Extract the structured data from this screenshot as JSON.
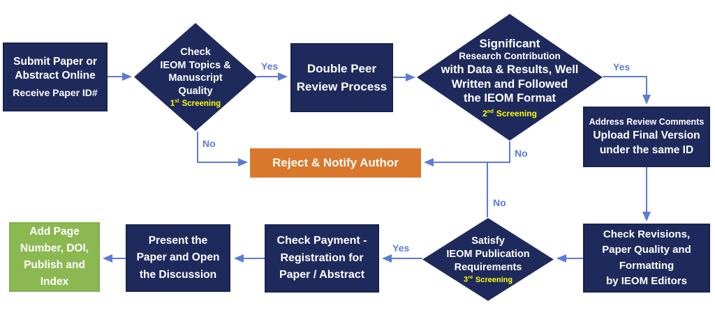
{
  "labels": {
    "yes": "Yes",
    "no": "No"
  },
  "colors": {
    "navy": "#1f2a5c",
    "orange": "#d9782d",
    "green": "#8cb852",
    "connector_blue": "#5b7bd5",
    "screening_yellow": "#ffff00"
  },
  "nodes": {
    "submit": {
      "line1": "Submit Paper or",
      "line2": "Abstract Online",
      "line3": "Receive Paper ID#"
    },
    "check_topics": {
      "line1": "Check",
      "line2": "IEOM Topics &",
      "line3": "Manuscript",
      "line4": "Quality",
      "screening": {
        "num": "1",
        "suffix": "st",
        "word": "Screening"
      }
    },
    "double_peer": {
      "line1": "Double Peer",
      "line2": "Review Process"
    },
    "significant": {
      "line1": "Significant",
      "line2": "Research Contribution",
      "line3": "with Data & Results, Well",
      "line4": "Written and Followed",
      "line5": "the IEOM Format",
      "screening": {
        "num": "2",
        "suffix": "nd",
        "word": "Screening"
      }
    },
    "address": {
      "line1": "Address Review Comments",
      "line2": "Upload Final Version",
      "line3": "under the same ID"
    },
    "reject": {
      "line1": "Reject & Notify Author"
    },
    "revisions": {
      "line1": "Check Revisions,",
      "line2": "Paper Quality and",
      "line3": "Formatting",
      "line4": "by IEOM Editors"
    },
    "satisfy": {
      "line1": "Satisfy",
      "line2": "IEOM Publication",
      "line3": "Requirements",
      "screening": {
        "num": "3",
        "suffix": "rd",
        "word": "Screening"
      }
    },
    "payment": {
      "line1": "Check Payment -",
      "line2": "Registration for",
      "line3": "Paper / Abstract"
    },
    "present": {
      "line1": "Present the",
      "line2": "Paper and Open",
      "line3": "the Discussion"
    },
    "publish": {
      "line1": "Add Page",
      "line2": "Number, DOI,",
      "line3": "Publish and",
      "line4": "Index"
    }
  },
  "edges": [
    {
      "from": "submit",
      "to": "check_topics",
      "label": ""
    },
    {
      "from": "check_topics",
      "to": "double_peer",
      "label": "Yes"
    },
    {
      "from": "check_topics",
      "to": "reject",
      "label": "No"
    },
    {
      "from": "double_peer",
      "to": "significant",
      "label": ""
    },
    {
      "from": "significant",
      "to": "address",
      "label": "Yes"
    },
    {
      "from": "significant",
      "to": "reject",
      "label": "No"
    },
    {
      "from": "address",
      "to": "revisions",
      "label": ""
    },
    {
      "from": "revisions",
      "to": "satisfy",
      "label": ""
    },
    {
      "from": "satisfy",
      "to": "reject",
      "label": "No"
    },
    {
      "from": "satisfy",
      "to": "payment",
      "label": "Yes"
    },
    {
      "from": "payment",
      "to": "present",
      "label": ""
    },
    {
      "from": "present",
      "to": "publish",
      "label": ""
    }
  ]
}
